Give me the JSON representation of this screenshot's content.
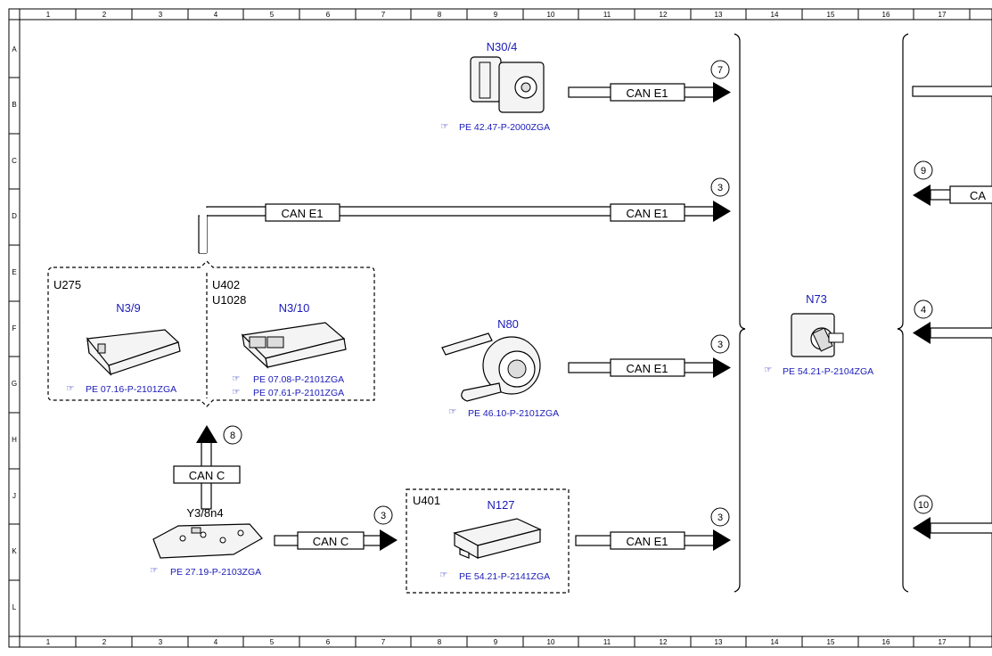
{
  "grid": {
    "columns": [
      "1",
      "2",
      "3",
      "4",
      "5",
      "6",
      "7",
      "8",
      "9",
      "10",
      "11",
      "12",
      "13",
      "14",
      "15",
      "16",
      "17"
    ],
    "rows": [
      "A",
      "B",
      "C",
      "D",
      "E",
      "F",
      "G",
      "H",
      "J",
      "K",
      "L"
    ]
  },
  "components": {
    "n30_4": {
      "label": "N30/4",
      "ref": "PE 42.47-P-2000ZGA"
    },
    "n3_9": {
      "label": "N3/9",
      "ref": "PE 07.16-P-2101ZGA"
    },
    "n3_10": {
      "label": "N3/10",
      "ref1": "PE 07.08-P-2101ZGA",
      "ref2": "PE 07.61-P-2101ZGA"
    },
    "n80": {
      "label": "N80",
      "ref": "PE 46.10-P-2101ZGA"
    },
    "y3_8n4": {
      "label": "Y3/8n4",
      "ref": "PE 27.19-P-2103ZGA"
    },
    "n127": {
      "label": "N127",
      "ref": "PE 54.21-P-2141ZGA"
    },
    "n73": {
      "label": "N73",
      "ref": "PE 54.21-P-2104ZGA"
    }
  },
  "groups": {
    "u275": "U275",
    "u402": "U402",
    "u1028": "U1028",
    "u401": "U401"
  },
  "buses": {
    "can_e1": "CAN E1",
    "can_c": "CAN C",
    "can_partial": "CA"
  },
  "connectors": {
    "c1": "7",
    "c2": "3",
    "c3": "8",
    "c4": "3",
    "c5": "3",
    "c6": "3",
    "c7": "9",
    "c8": "4",
    "c9": "10"
  }
}
